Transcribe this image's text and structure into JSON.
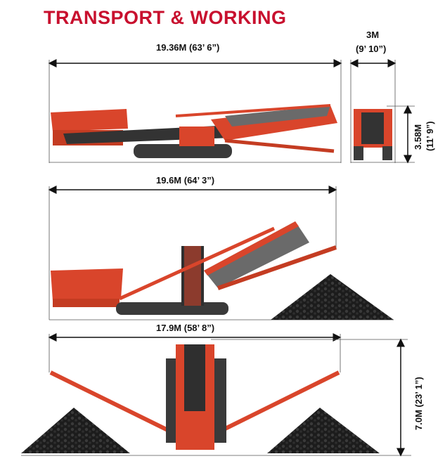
{
  "title": "TRANSPORT & WORKING",
  "dimensions": {
    "transport_length": "19.36M (63’ 6”)",
    "transport_width_value": "3M",
    "transport_width_imperial": "(9’ 10”)",
    "transport_height_value": "3.58M",
    "transport_height_imperial": "(11’ 9”)",
    "working_length": "19.6M (64’ 3”)",
    "working_width": "17.9M (58’ 8”)",
    "working_height": "7.0M (23’ 1”)"
  },
  "colors": {
    "brand_red": "#c8102e",
    "machine_orange": "#d9452b",
    "belt_dark": "#2f2f2f",
    "stockpile": "#1e1e1e"
  }
}
